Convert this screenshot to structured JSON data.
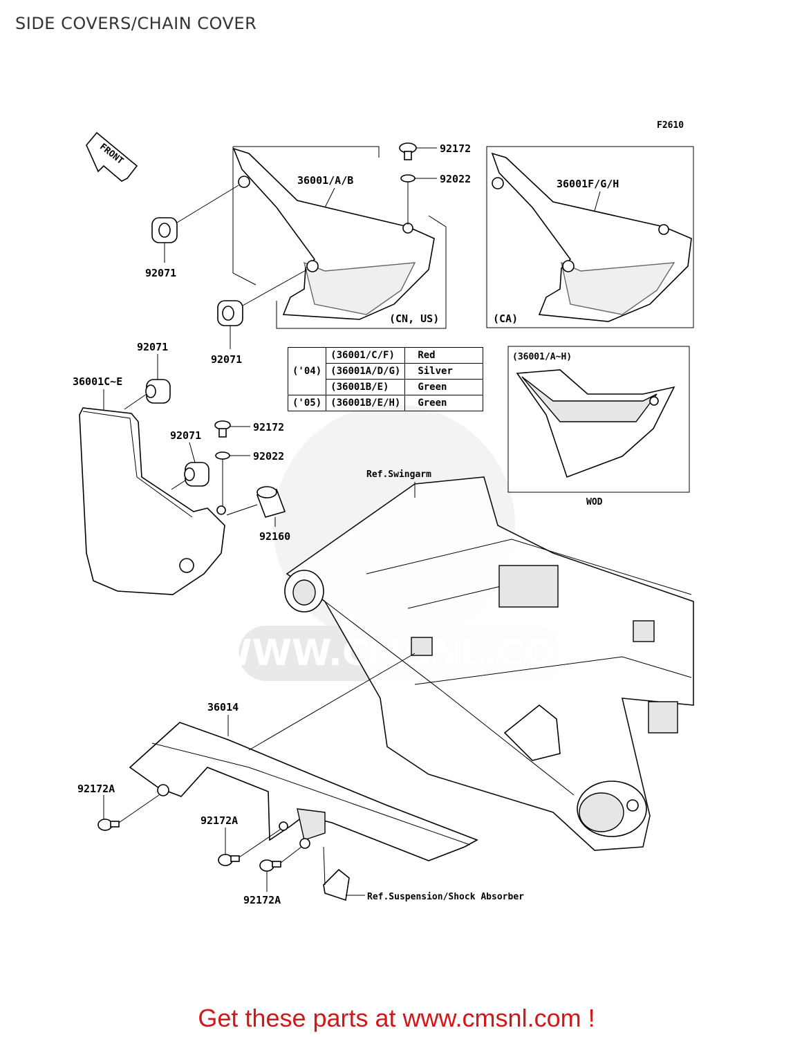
{
  "title": "SIDE COVERS/CHAIN COVER",
  "figure_code": "F2610",
  "front_label": "FRONT",
  "callouts": {
    "p92172_top": "92172",
    "p92022_top": "92022",
    "p36001_ab": "36001/A/B",
    "p36001_fgh": "36001F/G/H",
    "p92071_a": "92071",
    "p92071_b": "92071",
    "p92071_c": "92071",
    "p92071_d": "92071",
    "p36001c_e": "36001C~E",
    "p92172_mid": "92172",
    "p92022_mid": "92022",
    "p92160": "92160",
    "p36014": "36014",
    "p92172a_1": "92172A",
    "p92172a_2": "92172A",
    "p92172a_3": "92172A",
    "region_cn_us": "(CN, US)",
    "region_ca": "(CA)",
    "wod_label": "(36001/A~H)",
    "wod": "WOD",
    "ref_swingarm": "Ref.Swingarm",
    "ref_shock": "Ref.Suspension/Shock Absorber"
  },
  "color_table": {
    "year_04": "('04)",
    "year_05": "('05)",
    "rows": [
      {
        "part": "(36001/C/F)",
        "color": "Red"
      },
      {
        "part": "(36001A/D/G)",
        "color": "Silver"
      },
      {
        "part": "(36001B/E)",
        "color": "Green"
      },
      {
        "part": "(36001B/E/H)",
        "color": "Green"
      }
    ]
  },
  "watermark": "WWW.CMSNL.COM",
  "footer": "Get these parts at www.cmsnl.com !",
  "colors": {
    "footer": "#d01818",
    "watermark": "#e9e9e9"
  }
}
